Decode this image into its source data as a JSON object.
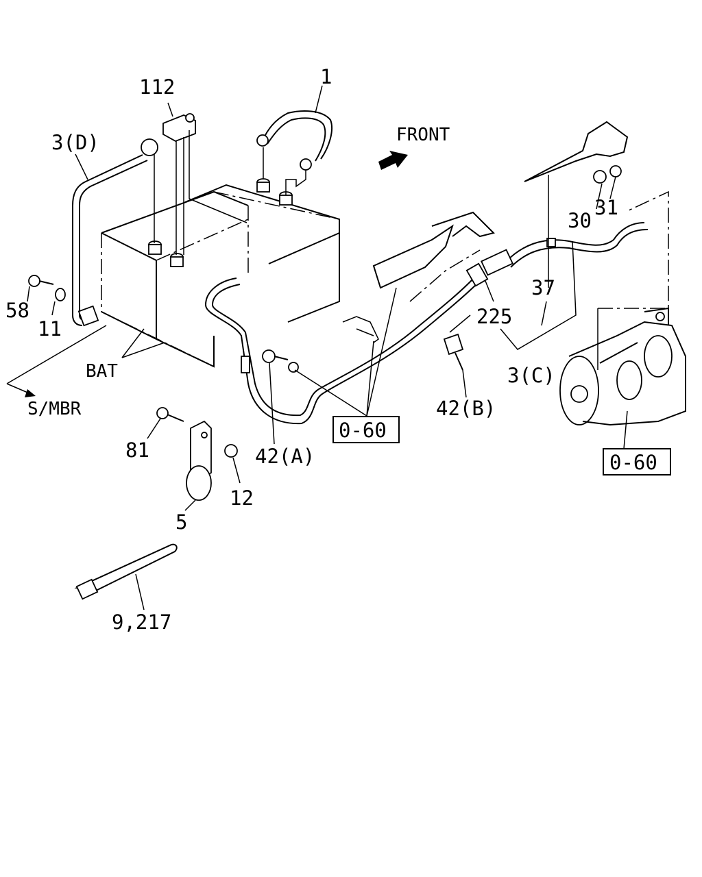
{
  "labels": {
    "l_112": "112",
    "l_1": "1",
    "l_3d": "3(D)",
    "l_front": "FRONT",
    "l_30": "30",
    "l_31": "31",
    "l_37": "37",
    "l_225": "225",
    "l_3c": "3(C)",
    "l_58": "58",
    "l_11": "11",
    "l_bat": "BAT",
    "l_smbr": "S/MBR",
    "l_81": "81",
    "l_12": "12",
    "l_5": "5",
    "l_42a": "42(A)",
    "l_42b": "42(B)",
    "l_060a": "0-60",
    "l_060b": "0-60",
    "l_9217": "9,217"
  }
}
